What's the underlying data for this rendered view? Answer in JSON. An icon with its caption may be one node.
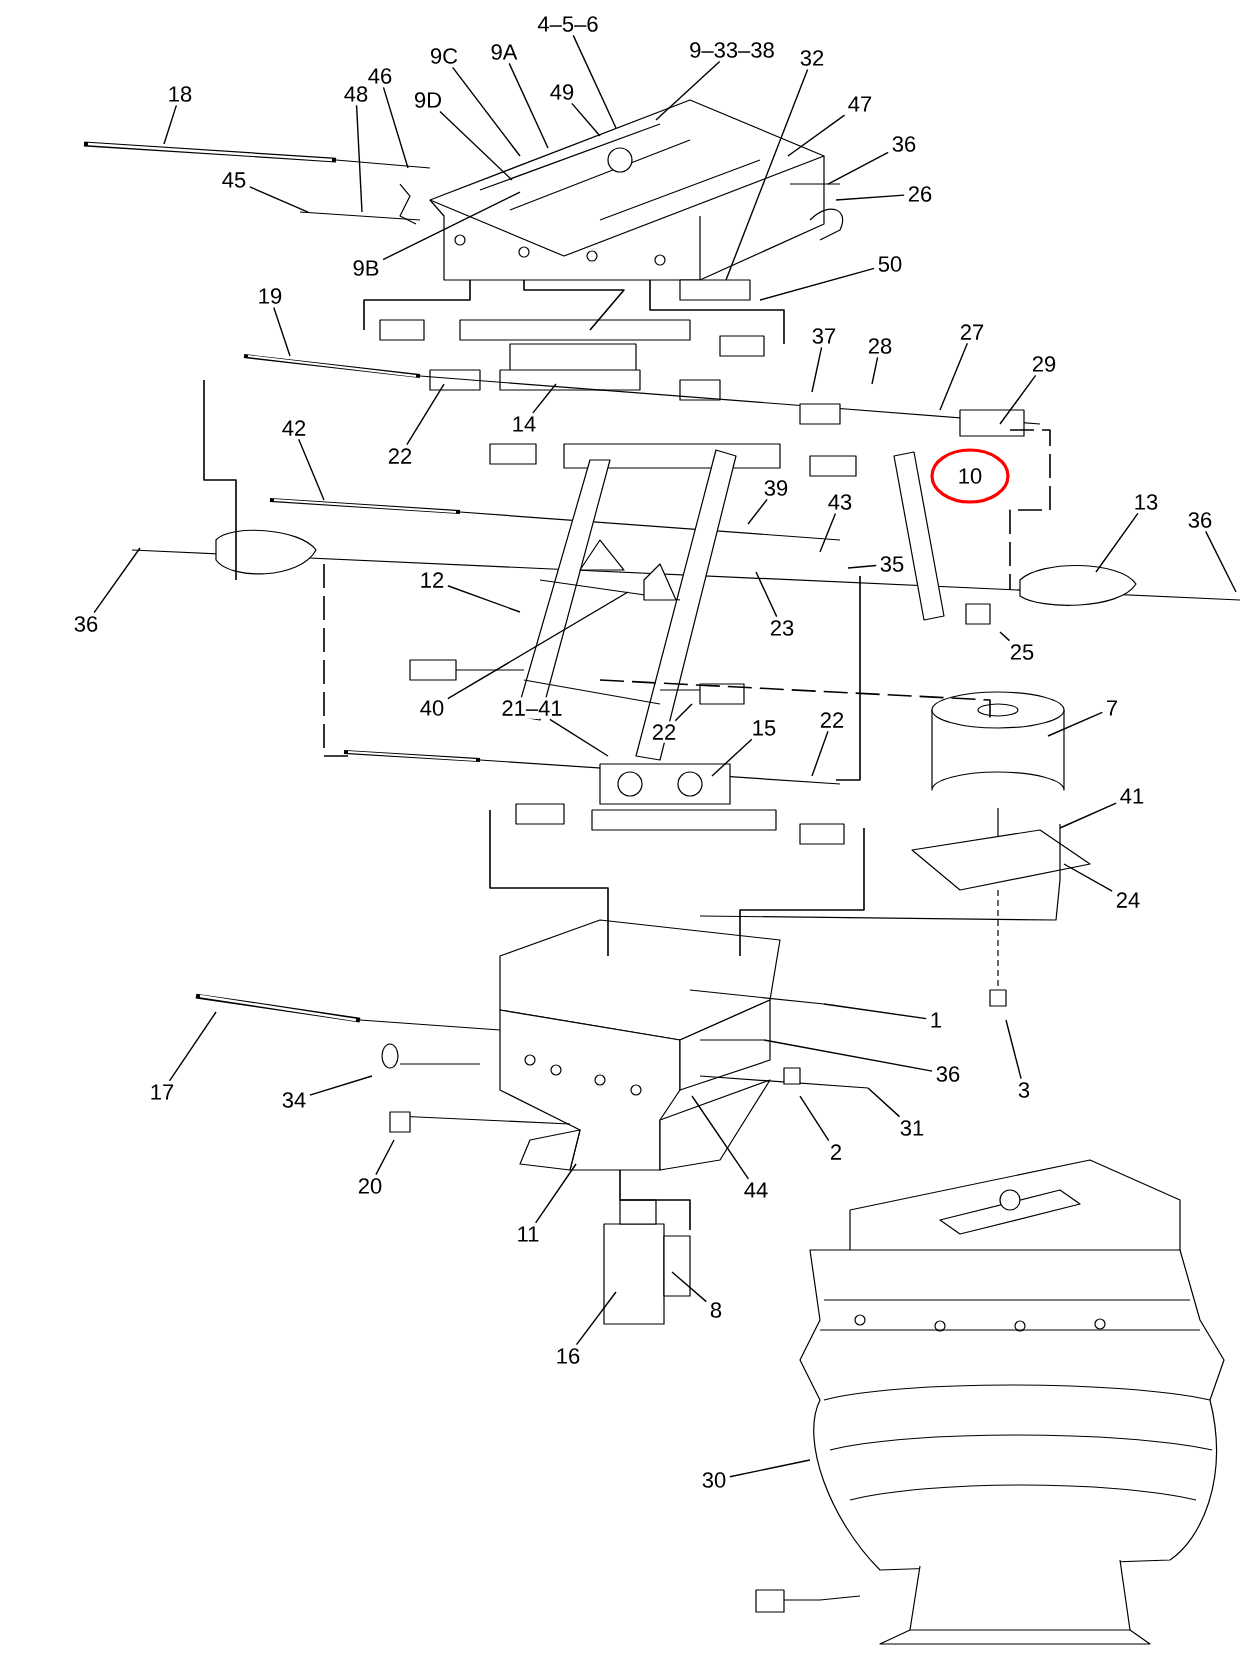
{
  "diagram": {
    "nodes": [
      {
        "text": [
          "18"
        ]
      },
      {
        "text": [
          "48"
        ]
      },
      {
        "text": [
          "46"
        ]
      },
      {
        "text": [
          "9C"
        ]
      },
      {
        "text": [
          "9A"
        ]
      },
      {
        "text": [
          "4–5–6"
        ]
      },
      {
        "text": [
          "9–33–38"
        ]
      },
      {
        "text": [
          "32"
        ]
      },
      {
        "text": [
          "49"
        ]
      },
      {
        "text": [
          "9D"
        ]
      },
      {
        "text": [
          "47"
        ]
      },
      {
        "text": [
          "36"
        ]
      },
      {
        "text": [
          "45"
        ]
      },
      {
        "text": [
          "26"
        ]
      },
      {
        "text": [
          "50"
        ]
      },
      {
        "text": [
          "9B"
        ]
      },
      {
        "text": [
          "19"
        ]
      },
      {
        "text": [
          "37"
        ]
      },
      {
        "text": [
          "28"
        ]
      },
      {
        "text": [
          "27"
        ]
      },
      {
        "text": [
          "29"
        ]
      },
      {
        "text": [
          "14"
        ]
      },
      {
        "text": [
          "22"
        ]
      },
      {
        "text": [
          "42"
        ]
      },
      {
        "text": [
          "10"
        ]
      },
      {
        "text": [
          "39"
        ]
      },
      {
        "text": [
          "43"
        ]
      },
      {
        "text": [
          "13"
        ]
      },
      {
        "text": [
          "36"
        ]
      },
      {
        "text": [
          "35"
        ]
      },
      {
        "text": [
          "12"
        ]
      },
      {
        "text": [
          "36"
        ]
      },
      {
        "text": [
          "23"
        ]
      },
      {
        "text": [
          "25"
        ]
      },
      {
        "text": [
          "40"
        ]
      },
      {
        "text": [
          "21–41"
        ]
      },
      {
        "text": [
          "7"
        ]
      },
      {
        "text": [
          "22"
        ]
      },
      {
        "text": [
          "15"
        ]
      },
      {
        "text": [
          "22"
        ]
      },
      {
        "text": [
          "41"
        ]
      },
      {
        "text": [
          "24"
        ]
      },
      {
        "text": [
          "1"
        ]
      },
      {
        "text": [
          "36"
        ]
      },
      {
        "text": [
          "3"
        ]
      },
      {
        "text": [
          "17"
        ]
      },
      {
        "text": [
          "34"
        ]
      },
      {
        "text": [
          "31"
        ]
      },
      {
        "text": [
          "2"
        ]
      },
      {
        "text": [
          "20"
        ]
      },
      {
        "text": [
          "44"
        ]
      },
      {
        "text": [
          "11"
        ]
      },
      {
        "text": [
          "8"
        ]
      },
      {
        "text": [
          "16"
        ]
      },
      {
        "text": [
          "30"
        ]
      }
    ],
    "edges": [
      {
        "from": 0,
        "to": null,
        "arrow": "none"
      },
      {
        "from": 1,
        "to": null,
        "arrow": "none"
      },
      {
        "from": 2,
        "to": null,
        "arrow": "none"
      },
      {
        "from": 3,
        "to": null,
        "arrow": "none"
      },
      {
        "from": 4,
        "to": null,
        "arrow": "none"
      },
      {
        "from": 5,
        "to": null,
        "arrow": "none"
      },
      {
        "from": 6,
        "to": null,
        "arrow": "none"
      },
      {
        "from": 7,
        "to": null,
        "arrow": "none"
      },
      {
        "from": 8,
        "to": null,
        "arrow": "none"
      },
      {
        "from": 9,
        "to": null,
        "arrow": "none"
      },
      {
        "from": 10,
        "to": null,
        "arrow": "none"
      },
      {
        "from": 11,
        "to": null,
        "arrow": "none"
      },
      {
        "from": 12,
        "to": null,
        "arrow": "none"
      },
      {
        "from": 13,
        "to": null,
        "arrow": "none"
      },
      {
        "from": 14,
        "to": null,
        "arrow": "none"
      },
      {
        "from": 15,
        "to": null,
        "arrow": "none"
      },
      {
        "from": 16,
        "to": null,
        "arrow": "none"
      },
      {
        "from": 17,
        "to": null,
        "arrow": "none"
      },
      {
        "from": 18,
        "to": null,
        "arrow": "none"
      },
      {
        "from": 19,
        "to": null,
        "arrow": "none"
      },
      {
        "from": 20,
        "to": null,
        "arrow": "none"
      },
      {
        "from": 21,
        "to": null,
        "arrow": "none"
      },
      {
        "from": 22,
        "to": null,
        "arrow": "none"
      },
      {
        "from": 23,
        "to": null,
        "arrow": "none"
      },
      {
        "from": 25,
        "to": null,
        "arrow": "none"
      },
      {
        "from": 26,
        "to": null,
        "arrow": "none"
      },
      {
        "from": 27,
        "to": null,
        "arrow": "none"
      },
      {
        "from": 28,
        "to": null,
        "arrow": "none"
      },
      {
        "from": 29,
        "to": null,
        "arrow": "none"
      },
      {
        "from": 30,
        "to": null,
        "arrow": "none"
      },
      {
        "from": 31,
        "to": null,
        "arrow": "none"
      },
      {
        "from": 32,
        "to": null,
        "arrow": "none"
      },
      {
        "from": 33,
        "to": null,
        "arrow": "none"
      },
      {
        "from": 34,
        "to": null,
        "arrow": "none"
      },
      {
        "from": 35,
        "to": null,
        "arrow": "none"
      },
      {
        "from": 36,
        "to": null,
        "arrow": "none"
      },
      {
        "from": 37,
        "to": null,
        "arrow": "none"
      },
      {
        "from": 38,
        "to": null,
        "arrow": "none"
      },
      {
        "from": 39,
        "to": null,
        "arrow": "none"
      },
      {
        "from": 40,
        "to": null,
        "arrow": "none"
      },
      {
        "from": 41,
        "to": null,
        "arrow": "none"
      },
      {
        "from": 42,
        "to": null,
        "arrow": "none"
      },
      {
        "from": 43,
        "to": null,
        "arrow": "none"
      },
      {
        "from": 44,
        "to": null,
        "arrow": "none"
      },
      {
        "from": 45,
        "to": null,
        "arrow": "none"
      },
      {
        "from": 46,
        "to": null,
        "arrow": "none"
      },
      {
        "from": 47,
        "to": null,
        "arrow": "none"
      },
      {
        "from": 48,
        "to": null,
        "arrow": "none"
      },
      {
        "from": 49,
        "to": null,
        "arrow": "none"
      },
      {
        "from": 50,
        "to": null,
        "arrow": "none"
      },
      {
        "from": 51,
        "to": null,
        "arrow": "none"
      },
      {
        "from": 52,
        "to": null,
        "arrow": "none"
      },
      {
        "from": 53,
        "to": null,
        "arrow": "none"
      },
      {
        "from": 54,
        "to": null,
        "arrow": "none"
      }
    ]
  }
}
